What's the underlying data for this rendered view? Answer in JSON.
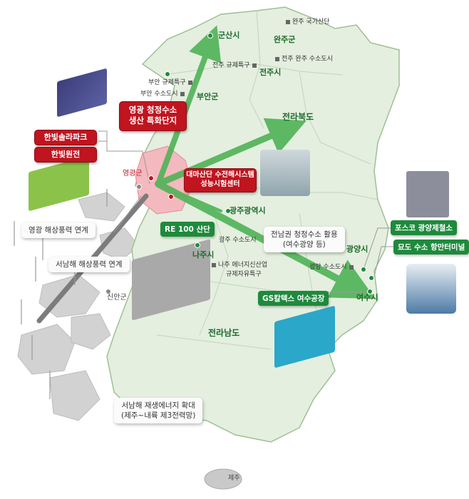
{
  "map": {
    "title": "영광 청정수소 생산 특화단지",
    "colors": {
      "land": "#e4efdf",
      "land_border": "#b9cdb2",
      "island_gray": "#c9c9c9",
      "yeonggwang_highlight": "#f4b9be",
      "arrow_green": "#4fb356",
      "arrow_gray": "#7c7c7c",
      "red_box": "#c0141f",
      "green_box": "#1e8a3c",
      "label_green": "#1e6b2c"
    },
    "main_site": {
      "label_line1": "영광 청정수소",
      "label_line2": "생산 특화단지",
      "county": "영광군"
    },
    "red_labels": {
      "hanbit_solar": "한빛솔라파크",
      "hanbit_nuclear": "한빛원전",
      "dama_line1": "대마산단 수전해시스템",
      "dama_line2": "성능시험센터"
    },
    "green_labels": {
      "re100": "RE 100 산단",
      "gs_caltex": "GS칼텍스 여수공장",
      "posco": "포스코 광양제철소",
      "myodo": "묘도 수소 항만터미널"
    },
    "white_labels": {
      "yeonggwang_wind": "영광 해상풍력 연계",
      "southwest_wind": "서남해 해상풍력 연계",
      "jeonnam_h2_line1": "전남권 청정수소 활용",
      "jeonnam_h2_line2": "(여수광양 등)",
      "renewable_line1": "서남해 재생에너지 확대",
      "renewable_line2": "(제주~내륙 제3전력망)"
    },
    "cities": {
      "gunsan": "군산시",
      "wanju": "완주군",
      "jeonju": "전주시",
      "buan": "부안군",
      "jeonbuk": "전라북도",
      "gwangju": "광주광역시",
      "naju": "나주시",
      "gwangyang": "광양시",
      "yeosu": "여수시",
      "jeonnam": "전라남도",
      "sinan": "신안군",
      "jeju": "제주"
    },
    "sites": {
      "wanju_national": "완주 국가산단",
      "jeonju_wanju_h2": "전주 완주 수소도시",
      "jeonju_reg": "전주 규제특구",
      "buan_reg": "부안 규제특구",
      "buan_h2": "부안 수소도시",
      "gwangju_h2": "광주 수소도시",
      "naju_line1": "나주 에너지신산업",
      "naju_line2": "규제자유특구",
      "gwangyang_h2": "광양 수소도시"
    }
  }
}
